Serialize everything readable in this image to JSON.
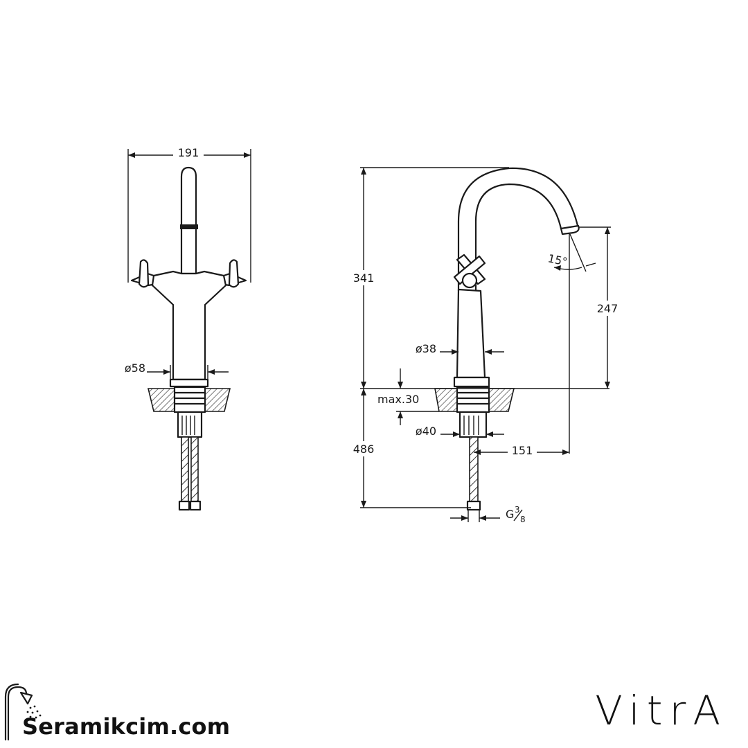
{
  "dimensions": {
    "front_width": "191",
    "front_base_dia": "ø58",
    "side_height": "341",
    "side_spout_height": "247",
    "side_body_dia": "ø38",
    "side_deck_thickness": "max.30",
    "side_shank_dia": "ø40",
    "side_total_depth": "486",
    "side_reach": "151",
    "side_angle": "15°",
    "thread_prefix": "G",
    "thread_num": "3",
    "thread_den": "8"
  },
  "brand": {
    "website": "Seramikcim.com",
    "logo": "VitrA",
    "shower_icon": "shower-head-icon"
  }
}
